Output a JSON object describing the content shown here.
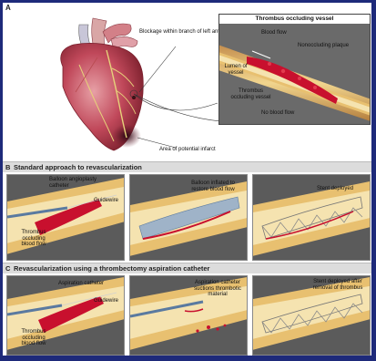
{
  "section_a": {
    "letter": "A",
    "blockage_label": "Blockage within branch of left anterior descending coronary artery",
    "infarct_label": "Area of potential infarct",
    "inset": {
      "title": "Thrombus occluding vessel",
      "blood_flow": "Blood flow",
      "plaque": "Nonoccluding plaque",
      "lumen": "Lumen of vessel",
      "thrombus": "Thrombus occluding vessel",
      "no_flow": "No blood flow"
    }
  },
  "section_b": {
    "letter": "B",
    "title": "Standard approach to revascularization",
    "panel1": {
      "catheter": "Balloon angioplasty catheter",
      "guidewire": "Guidewire",
      "thrombus": "Thrombus occluding blood flow"
    },
    "panel2": {
      "balloon": "Balloon inflated to restore blood flow"
    },
    "panel3": {
      "stent": "Stent deployed"
    }
  },
  "section_c": {
    "letter": "C",
    "title": "Revascularization using a thrombectomy aspiration catheter",
    "panel1": {
      "catheter": "Aspiration catheter",
      "guidewire": "Guidewire",
      "thrombus": "Thrombus occluding blood flow"
    },
    "panel2": {
      "suction": "Aspiration catheter suctions thrombotic material"
    },
    "panel3": {
      "stent": "Stent deployed after removal of thrombus"
    }
  },
  "colors": {
    "frame": "#1e2a7a",
    "vessel_wall": "#e8c070",
    "thrombus": "#c8102e",
    "panel_bg": "#5b5b5b",
    "heart": "#c0485a"
  }
}
